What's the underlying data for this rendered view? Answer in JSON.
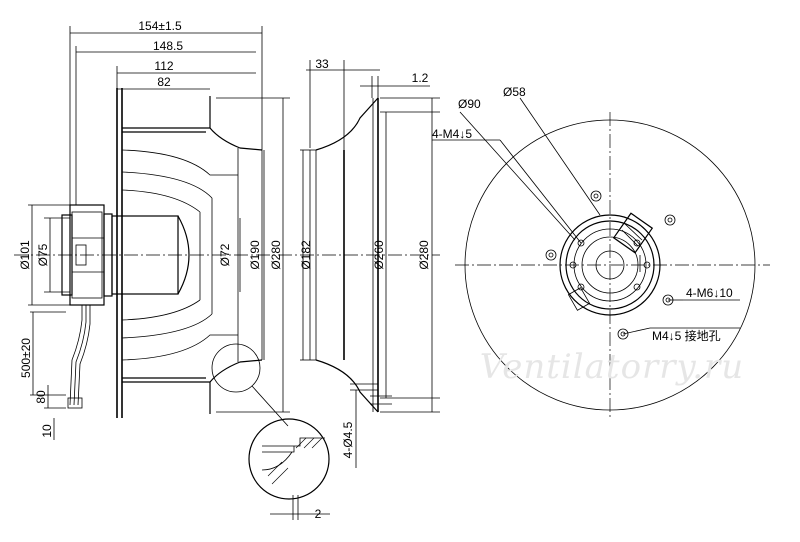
{
  "side_view": {
    "width_labels": [
      "154±1.5",
      "148.5",
      "112",
      "82"
    ],
    "diameter_labels": [
      "Ø101",
      "Ø75",
      "Ø72",
      "Ø190",
      "Ø280"
    ],
    "cable_labels": [
      "500±20",
      "80",
      "10"
    ],
    "detail_gap_label": "2"
  },
  "inlet_view": {
    "width_label": "33",
    "thickness_label": "1.2",
    "diameter_labels": [
      "Ø182",
      "Ø260",
      "Ø280"
    ],
    "holes_label": "4-Ø4.5"
  },
  "front_view": {
    "diameter_labels": [
      "Ø90",
      "Ø58"
    ],
    "thread_label": "4-M4↓5",
    "mount_label": "4-M6↓10",
    "ground_label": "M4↓5  接地孔"
  },
  "watermark": "Ventilatorry.ru"
}
